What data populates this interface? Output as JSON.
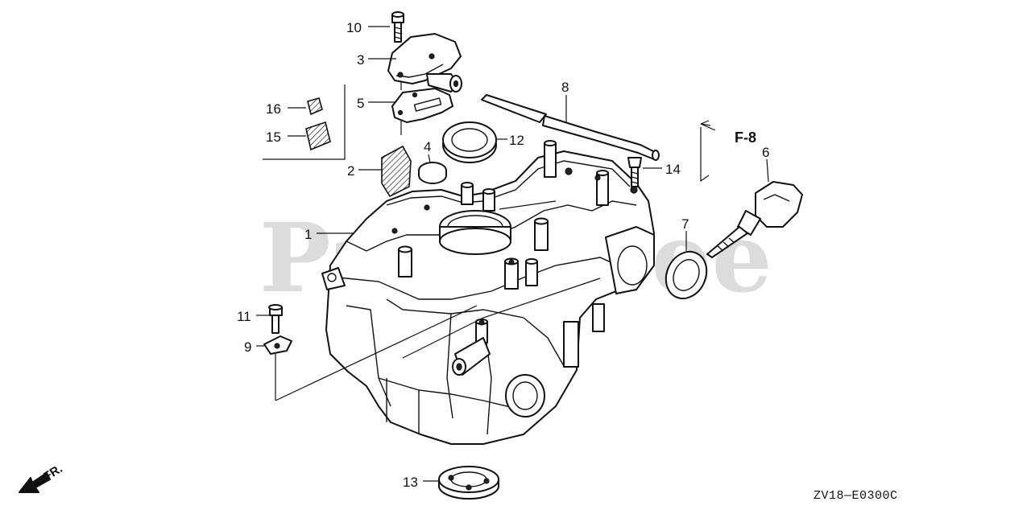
{
  "watermark": "PartsTree",
  "reference": "F-8",
  "direction_label": "FR.",
  "diagram_code": "ZV18—E0300C",
  "callouts": {
    "c1": "1",
    "c2": "2",
    "c3": "3",
    "c4": "4",
    "c5": "5",
    "c6": "6",
    "c7": "7",
    "c8": "8",
    "c9": "9",
    "c10": "10",
    "c11": "11",
    "c12": "12",
    "c13": "13",
    "c14": "14",
    "c15": "15",
    "c16": "16"
  },
  "colors": {
    "line": "#111111",
    "watermark": "#dcdcdc",
    "background": "#ffffff"
  },
  "icons": {
    "direction": "arrow-down-left-icon"
  }
}
